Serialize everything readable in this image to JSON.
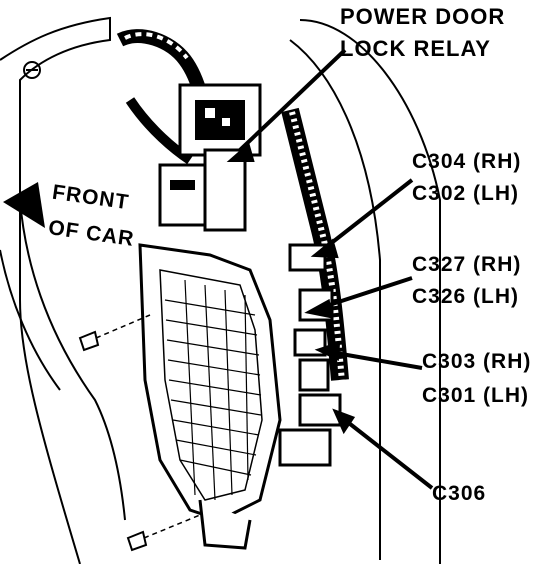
{
  "callouts": {
    "power_door_lock_relay": [
      "POWER DOOR",
      "LOCK RELAY"
    ],
    "c304_c302": [
      "C304 (RH)",
      "C302 (LH)"
    ],
    "c327_c326": [
      "C327 (RH)",
      "C326 (LH)"
    ],
    "c303_c301": [
      "C303 (RH)",
      "C301 (LH)"
    ],
    "c306": "C306"
  },
  "direction": {
    "front_of_car": [
      "FRONT",
      "OF CAR"
    ]
  },
  "colors": {
    "ink": "#000000",
    "paper": "#ffffff"
  }
}
